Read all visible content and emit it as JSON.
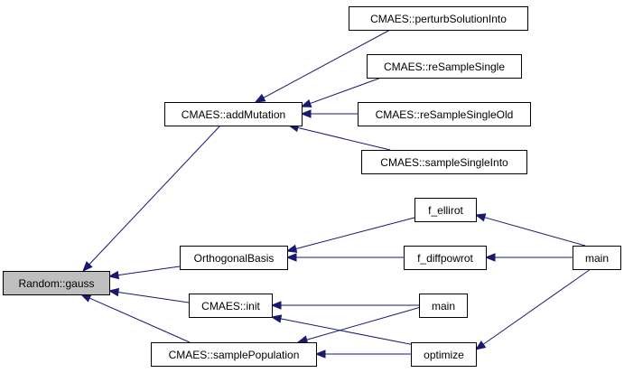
{
  "diagram": {
    "colors": {
      "edge": "#191970",
      "node_border": "#000000",
      "node_fill": "#ffffff",
      "root_fill": "#bfbfbf",
      "text": "#000000"
    },
    "nodes": [
      {
        "id": "gauss",
        "label": "Random::gauss",
        "root": true
      },
      {
        "id": "addMutation",
        "label": "CMAES::addMutation"
      },
      {
        "id": "orthBasis",
        "label": "OrthogonalBasis"
      },
      {
        "id": "init",
        "label": "CMAES::init"
      },
      {
        "id": "samplePop",
        "label": "CMAES::samplePopulation"
      },
      {
        "id": "perturb",
        "label": "CMAES::perturbSolutionInto"
      },
      {
        "id": "reSample",
        "label": "CMAES::reSampleSingle"
      },
      {
        "id": "reSampleOld",
        "label": "CMAES::reSampleSingleOld"
      },
      {
        "id": "sampleInto",
        "label": "CMAES::sampleSingleInto"
      },
      {
        "id": "fEllirot",
        "label": "f_ellirot"
      },
      {
        "id": "fDiffpow",
        "label": "f_diffpowrot"
      },
      {
        "id": "main1",
        "label": "main"
      },
      {
        "id": "optimize",
        "label": "optimize"
      },
      {
        "id": "main2",
        "label": "main"
      }
    ],
    "edges": [
      {
        "from": "addMutation",
        "to": "gauss"
      },
      {
        "from": "orthBasis",
        "to": "gauss"
      },
      {
        "from": "init",
        "to": "gauss"
      },
      {
        "from": "samplePop",
        "to": "gauss"
      },
      {
        "from": "perturb",
        "to": "addMutation"
      },
      {
        "from": "reSample",
        "to": "addMutation"
      },
      {
        "from": "reSampleOld",
        "to": "addMutation"
      },
      {
        "from": "sampleInto",
        "to": "addMutation"
      },
      {
        "from": "fEllirot",
        "to": "orthBasis"
      },
      {
        "from": "fDiffpow",
        "to": "orthBasis"
      },
      {
        "from": "main1",
        "to": "init"
      },
      {
        "from": "optimize",
        "to": "init"
      },
      {
        "from": "main1",
        "to": "samplePop"
      },
      {
        "from": "optimize",
        "to": "samplePop"
      },
      {
        "from": "main2",
        "to": "fEllirot"
      },
      {
        "from": "main2",
        "to": "fDiffpow"
      },
      {
        "from": "main2",
        "to": "optimize"
      }
    ]
  }
}
